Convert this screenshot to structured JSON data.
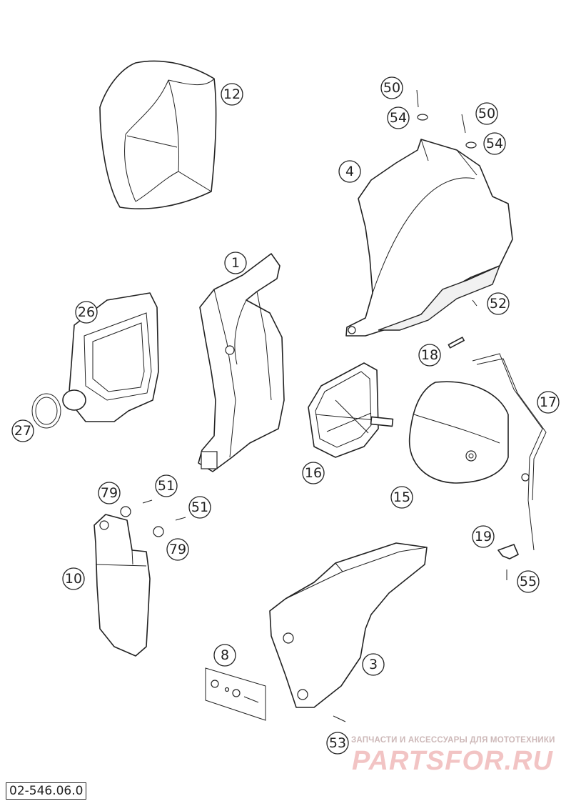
{
  "diagram": {
    "part_callouts": [
      {
        "id": "1",
        "label": "1"
      },
      {
        "id": "3",
        "label": "3"
      },
      {
        "id": "4",
        "label": "4"
      },
      {
        "id": "8",
        "label": "8"
      },
      {
        "id": "10",
        "label": "10"
      },
      {
        "id": "12",
        "label": "12"
      },
      {
        "id": "15",
        "label": "15"
      },
      {
        "id": "16",
        "label": "16"
      },
      {
        "id": "17",
        "label": "17"
      },
      {
        "id": "18",
        "label": "18"
      },
      {
        "id": "19",
        "label": "19"
      },
      {
        "id": "26",
        "label": "26"
      },
      {
        "id": "27",
        "label": "27"
      },
      {
        "id": "50a",
        "label": "50"
      },
      {
        "id": "50b",
        "label": "50"
      },
      {
        "id": "51a",
        "label": "51"
      },
      {
        "id": "51b",
        "label": "51"
      },
      {
        "id": "52",
        "label": "52"
      },
      {
        "id": "53",
        "label": "53"
      },
      {
        "id": "54a",
        "label": "54"
      },
      {
        "id": "54b",
        "label": "54"
      },
      {
        "id": "55",
        "label": "55"
      },
      {
        "id": "79a",
        "label": "79"
      },
      {
        "id": "79b",
        "label": "79"
      }
    ],
    "drawing_code": "02-546.06.0"
  },
  "watermark": {
    "tagline": "ЗАПЧАСТИ И АКСЕССУАРЫ ДЛЯ МОТОТЕХНИКИ",
    "logo": "PARTSFOR.RU"
  }
}
